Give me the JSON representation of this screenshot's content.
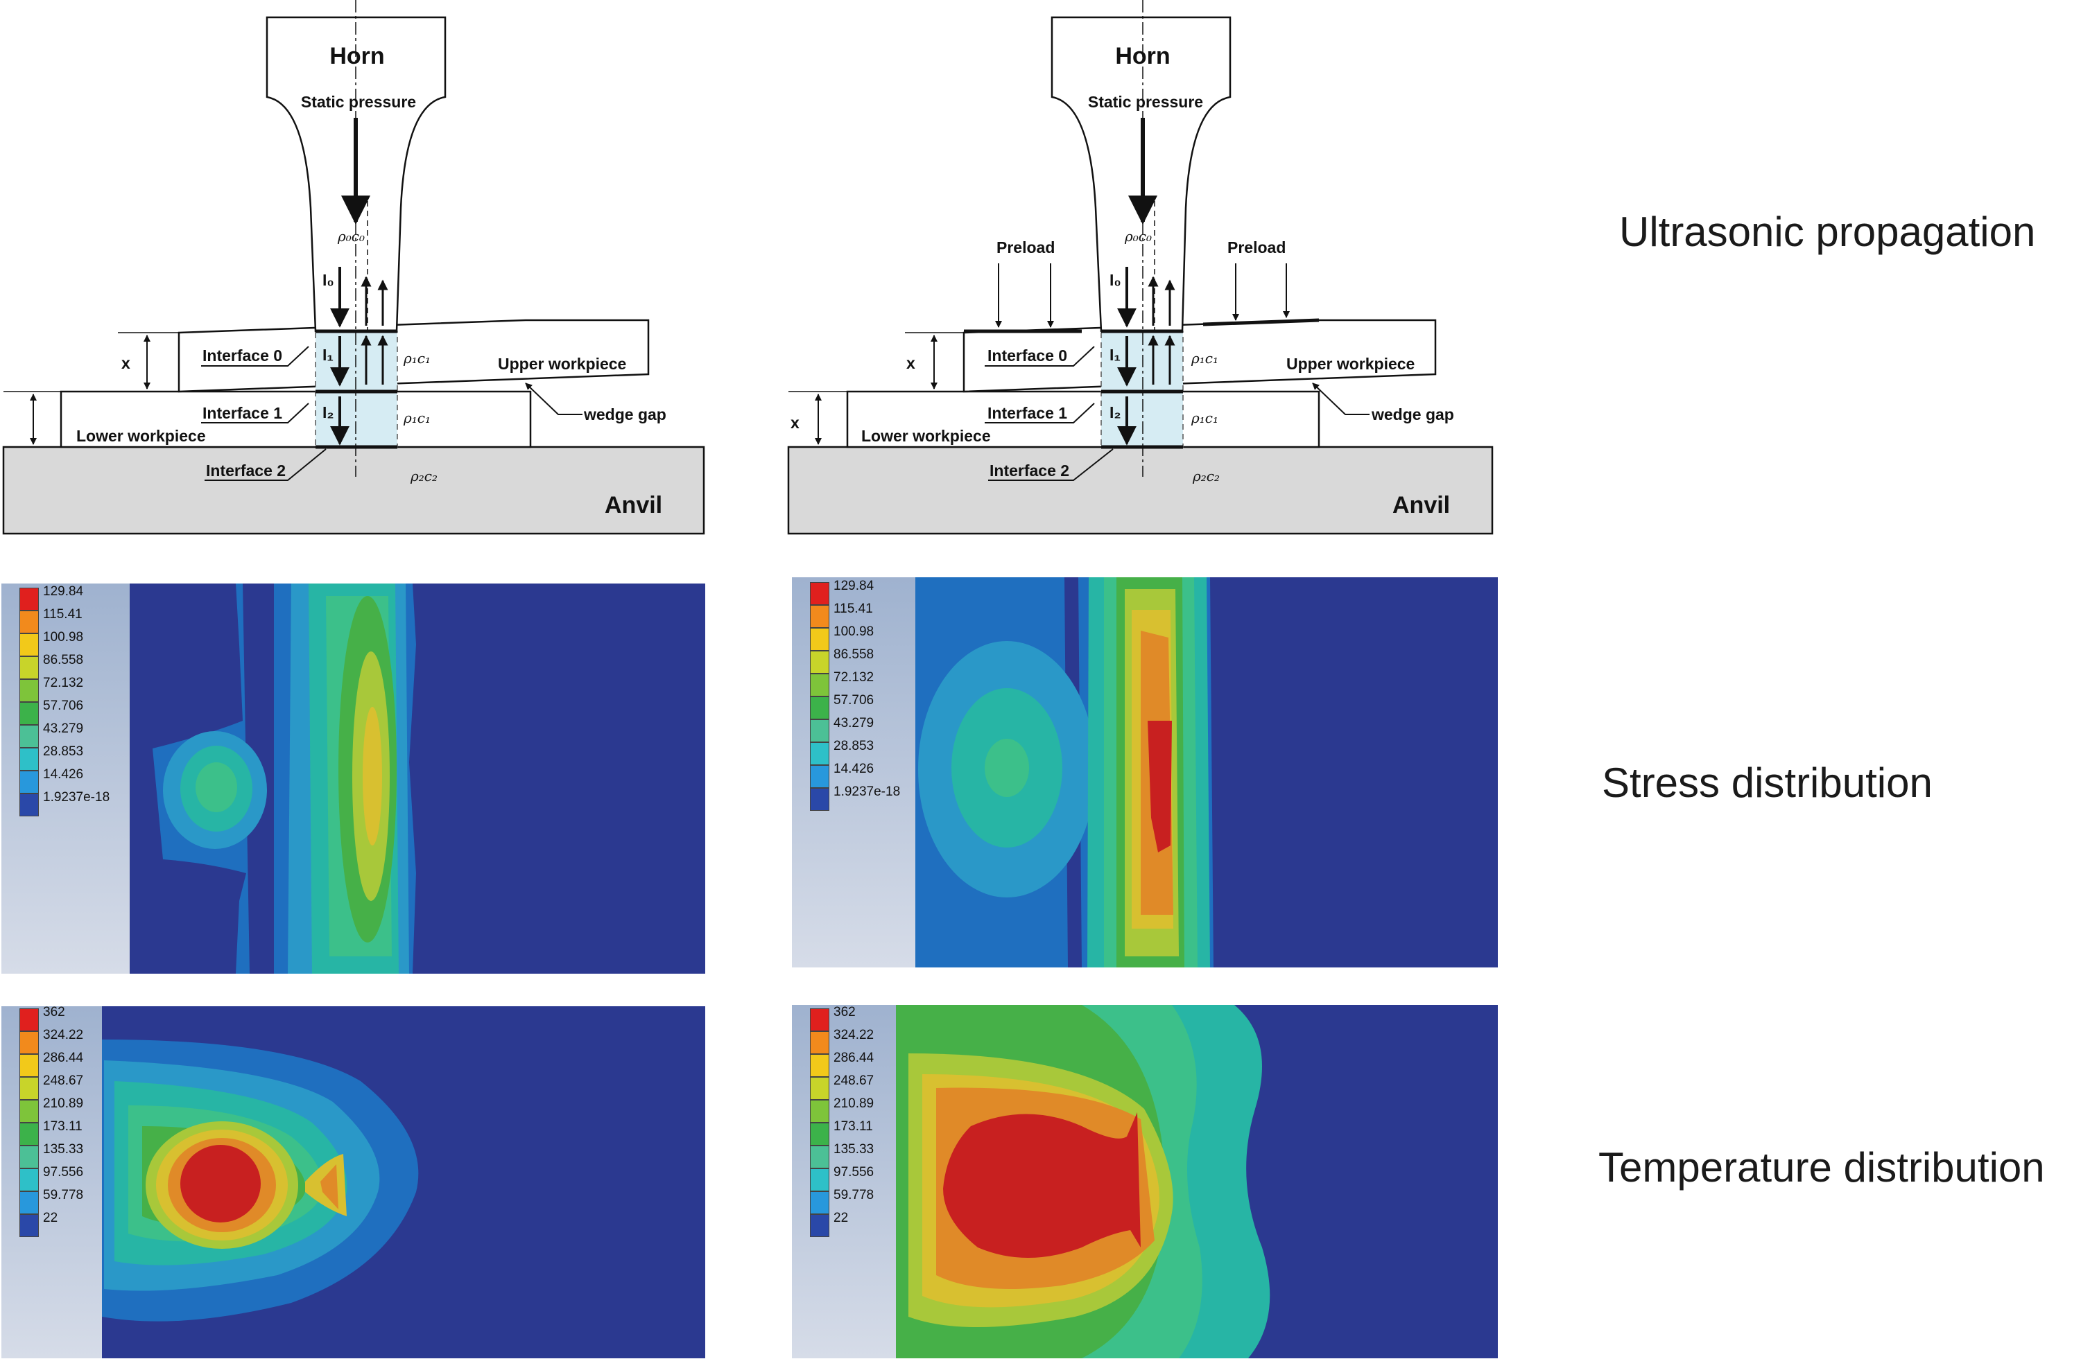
{
  "row_labels": {
    "ultrasonic": "Ultrasonic propagation",
    "stress": "Stress distribution",
    "temperature": "Temperature distribution"
  },
  "schematic": {
    "horn": "Horn",
    "static_pressure": "Static pressure",
    "anvil": "Anvil",
    "interface0": "Interface 0",
    "interface1": "Interface 1",
    "interface2": "Interface 2",
    "upper_workpiece": "Upper workpiece",
    "lower_workpiece": "Lower workpiece",
    "wedge_gap": "wedge gap",
    "preload": "Preload",
    "x": "x",
    "rho0c0": "ρ₀c₀",
    "rho1c1": "ρ₁c₁",
    "rho2c2": "ρ₂c₂",
    "I0": "I₀",
    "I1": "I₁",
    "I2": "I₂"
  },
  "stress_legend": [
    "129.84",
    "115.41",
    "100.98",
    "86.558",
    "72.132",
    "57.706",
    "43.279",
    "28.853",
    "14.426",
    "1.9237e-18"
  ],
  "temperature_legend": [
    "362",
    "324.22",
    "286.44",
    "248.67",
    "210.89",
    "173.11",
    "135.33",
    "97.556",
    "59.778",
    "22"
  ],
  "legend_colors": [
    "#e0201e",
    "#f28a1c",
    "#f2c91a",
    "#c8d42a",
    "#7ec43a",
    "#3cb24a",
    "#4cc096",
    "#2ec0c8",
    "#2898dc",
    "#2a48a8"
  ],
  "contour_colors": {
    "background": "#2b3990",
    "blue": "#1f6fbf",
    "light_blue": "#2a98c8",
    "teal": "#27b5a5",
    "cyan_green": "#3cc08a",
    "green": "#46b048",
    "yellow_green": "#a8c83a",
    "yellow": "#d8c030",
    "orange": "#e08a28",
    "red": "#c82020"
  }
}
